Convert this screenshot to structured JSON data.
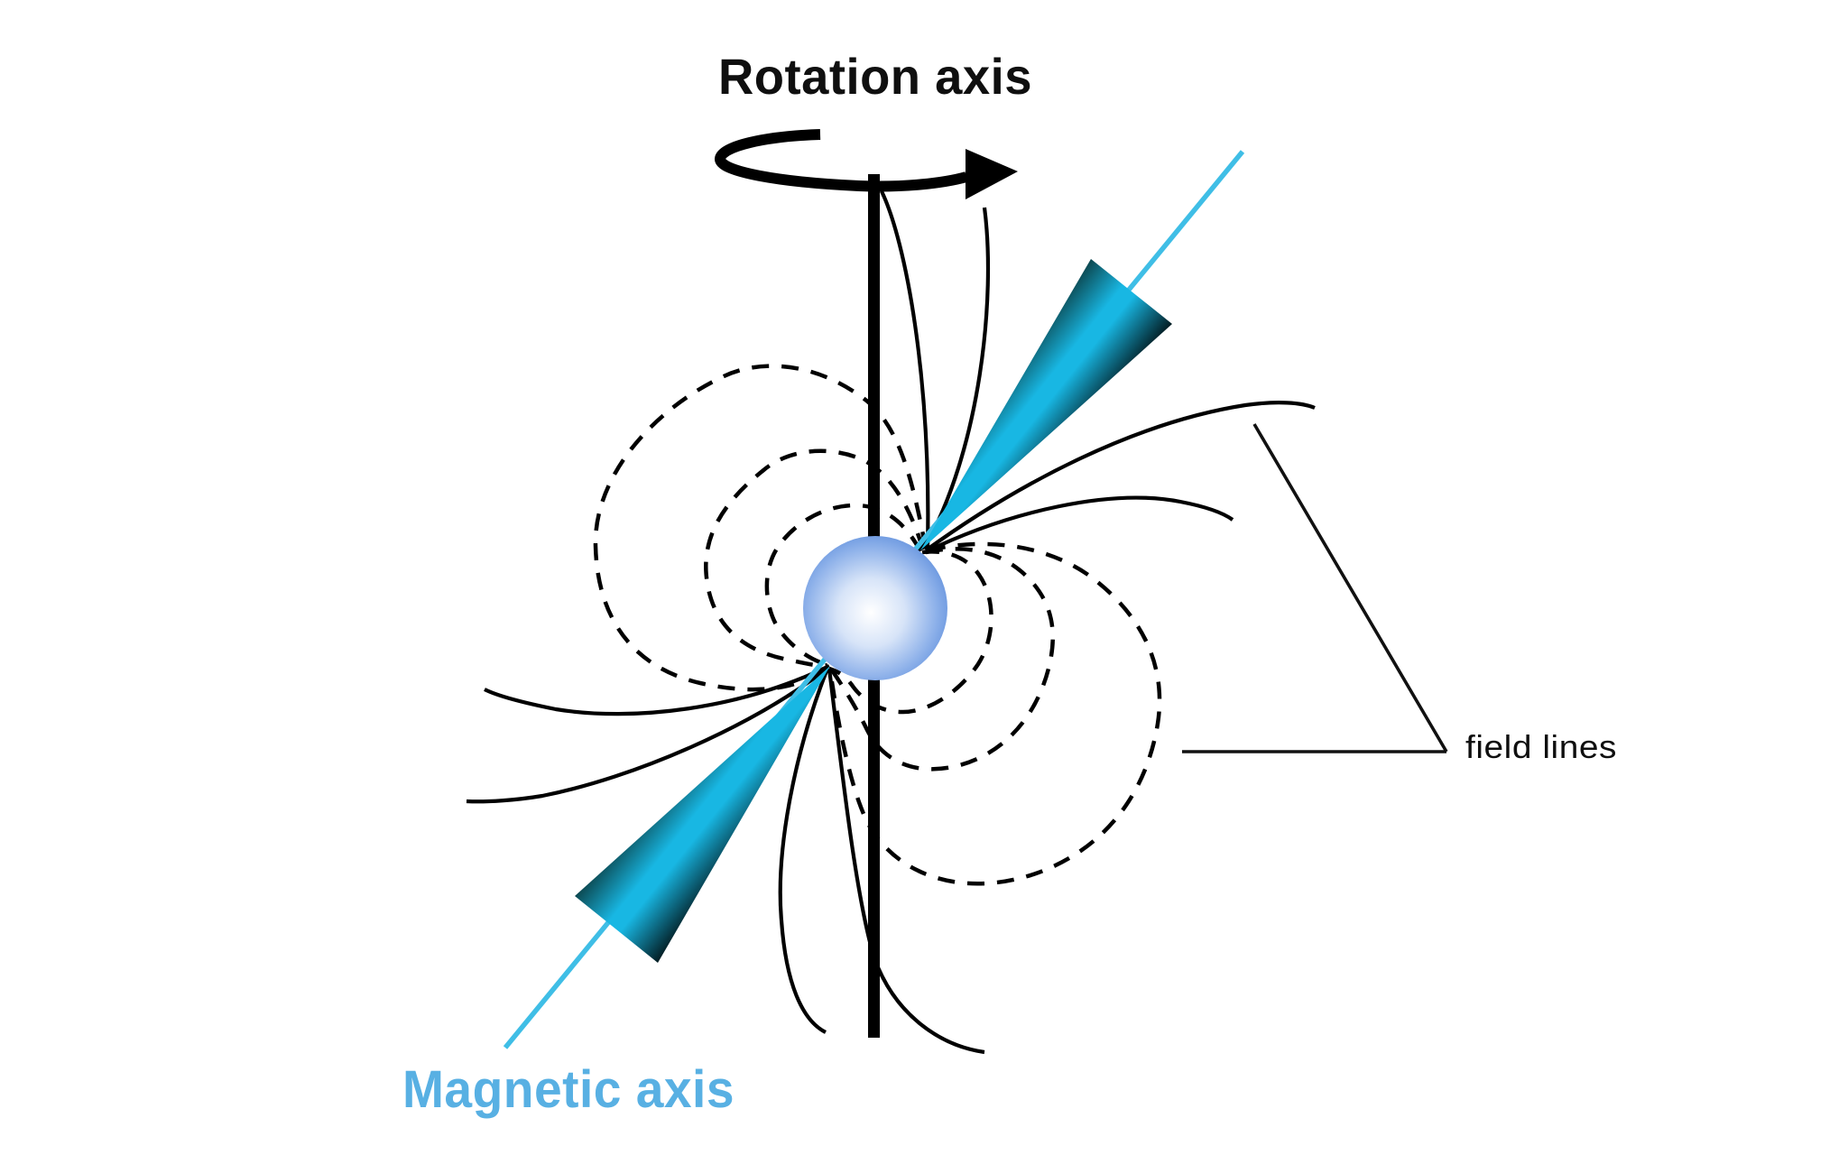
{
  "labels": {
    "rotation_axis": "Rotation axis",
    "magnetic_axis": "Magnetic axis",
    "field_lines": "field lines"
  },
  "colors": {
    "background": "#ffffff",
    "ink": "#0f0f0f",
    "field_line": "#000000",
    "magnetic_label": "#58b0e3",
    "magnetic_line": "#3fbee6",
    "beam_dark_edge": "#0c4850",
    "beam_bright": "#18b7e3",
    "beam_dark_end": "#031d23",
    "star_core": "#ffffff",
    "star_light": "#d7e4f8",
    "star_mid": "#8fb2ea",
    "star_edge": "#5789da"
  },
  "elements": {
    "star_icon": "neutron-star-sphere",
    "rotation_icon": "rotation-direction-arrow",
    "beam_icons": [
      "emission-beam-upper",
      "emission-beam-lower"
    ],
    "closed_dashed_loops": 6,
    "open_solid_lines": 8
  }
}
